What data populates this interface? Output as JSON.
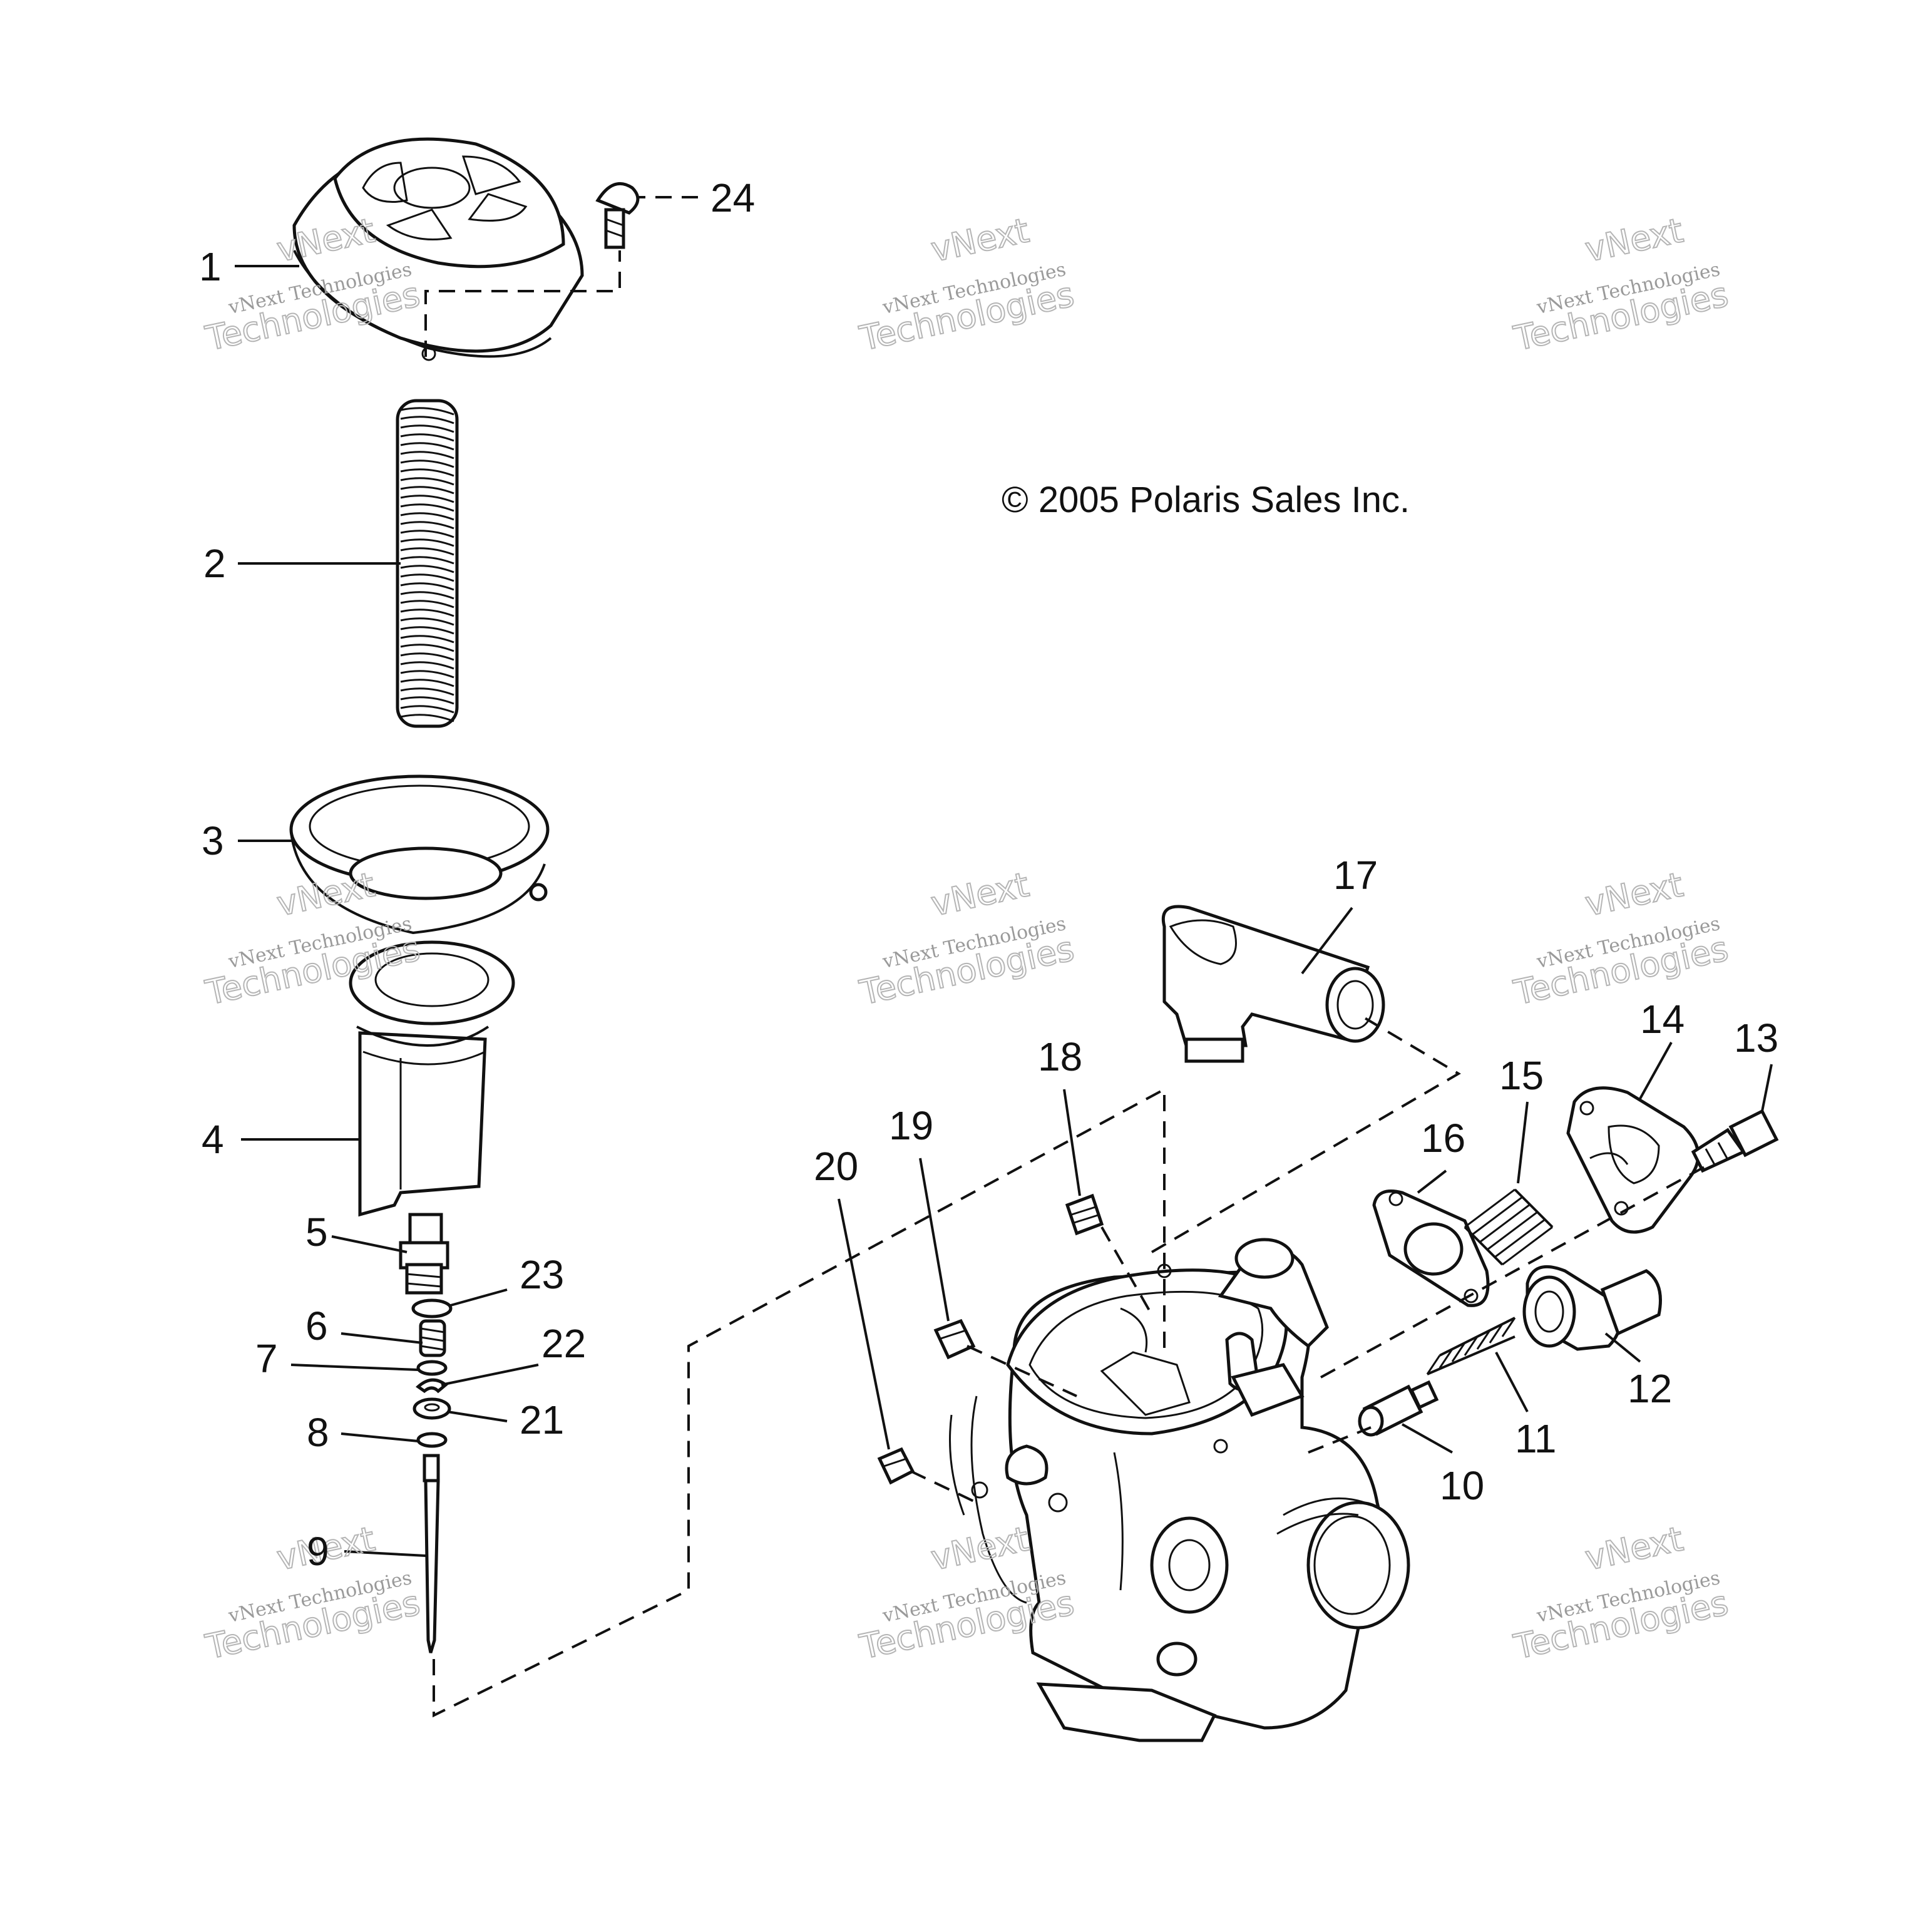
{
  "copyright": "© 2005 Polaris Sales Inc.",
  "watermark": {
    "line1": "vNext",
    "line2": "vNext Technologies",
    "line3": "Technologies"
  },
  "callouts": {
    "c1": "1",
    "c2": "2",
    "c3": "3",
    "c4": "4",
    "c5": "5",
    "c6": "6",
    "c7": "7",
    "c8": "8",
    "c9": "9",
    "c10": "10",
    "c11": "11",
    "c12": "12",
    "c13": "13",
    "c14": "14",
    "c15": "15",
    "c16": "16",
    "c17": "17",
    "c18": "18",
    "c19": "19",
    "c20": "20",
    "c21": "21",
    "c22": "22",
    "c23": "23",
    "c24": "24"
  }
}
